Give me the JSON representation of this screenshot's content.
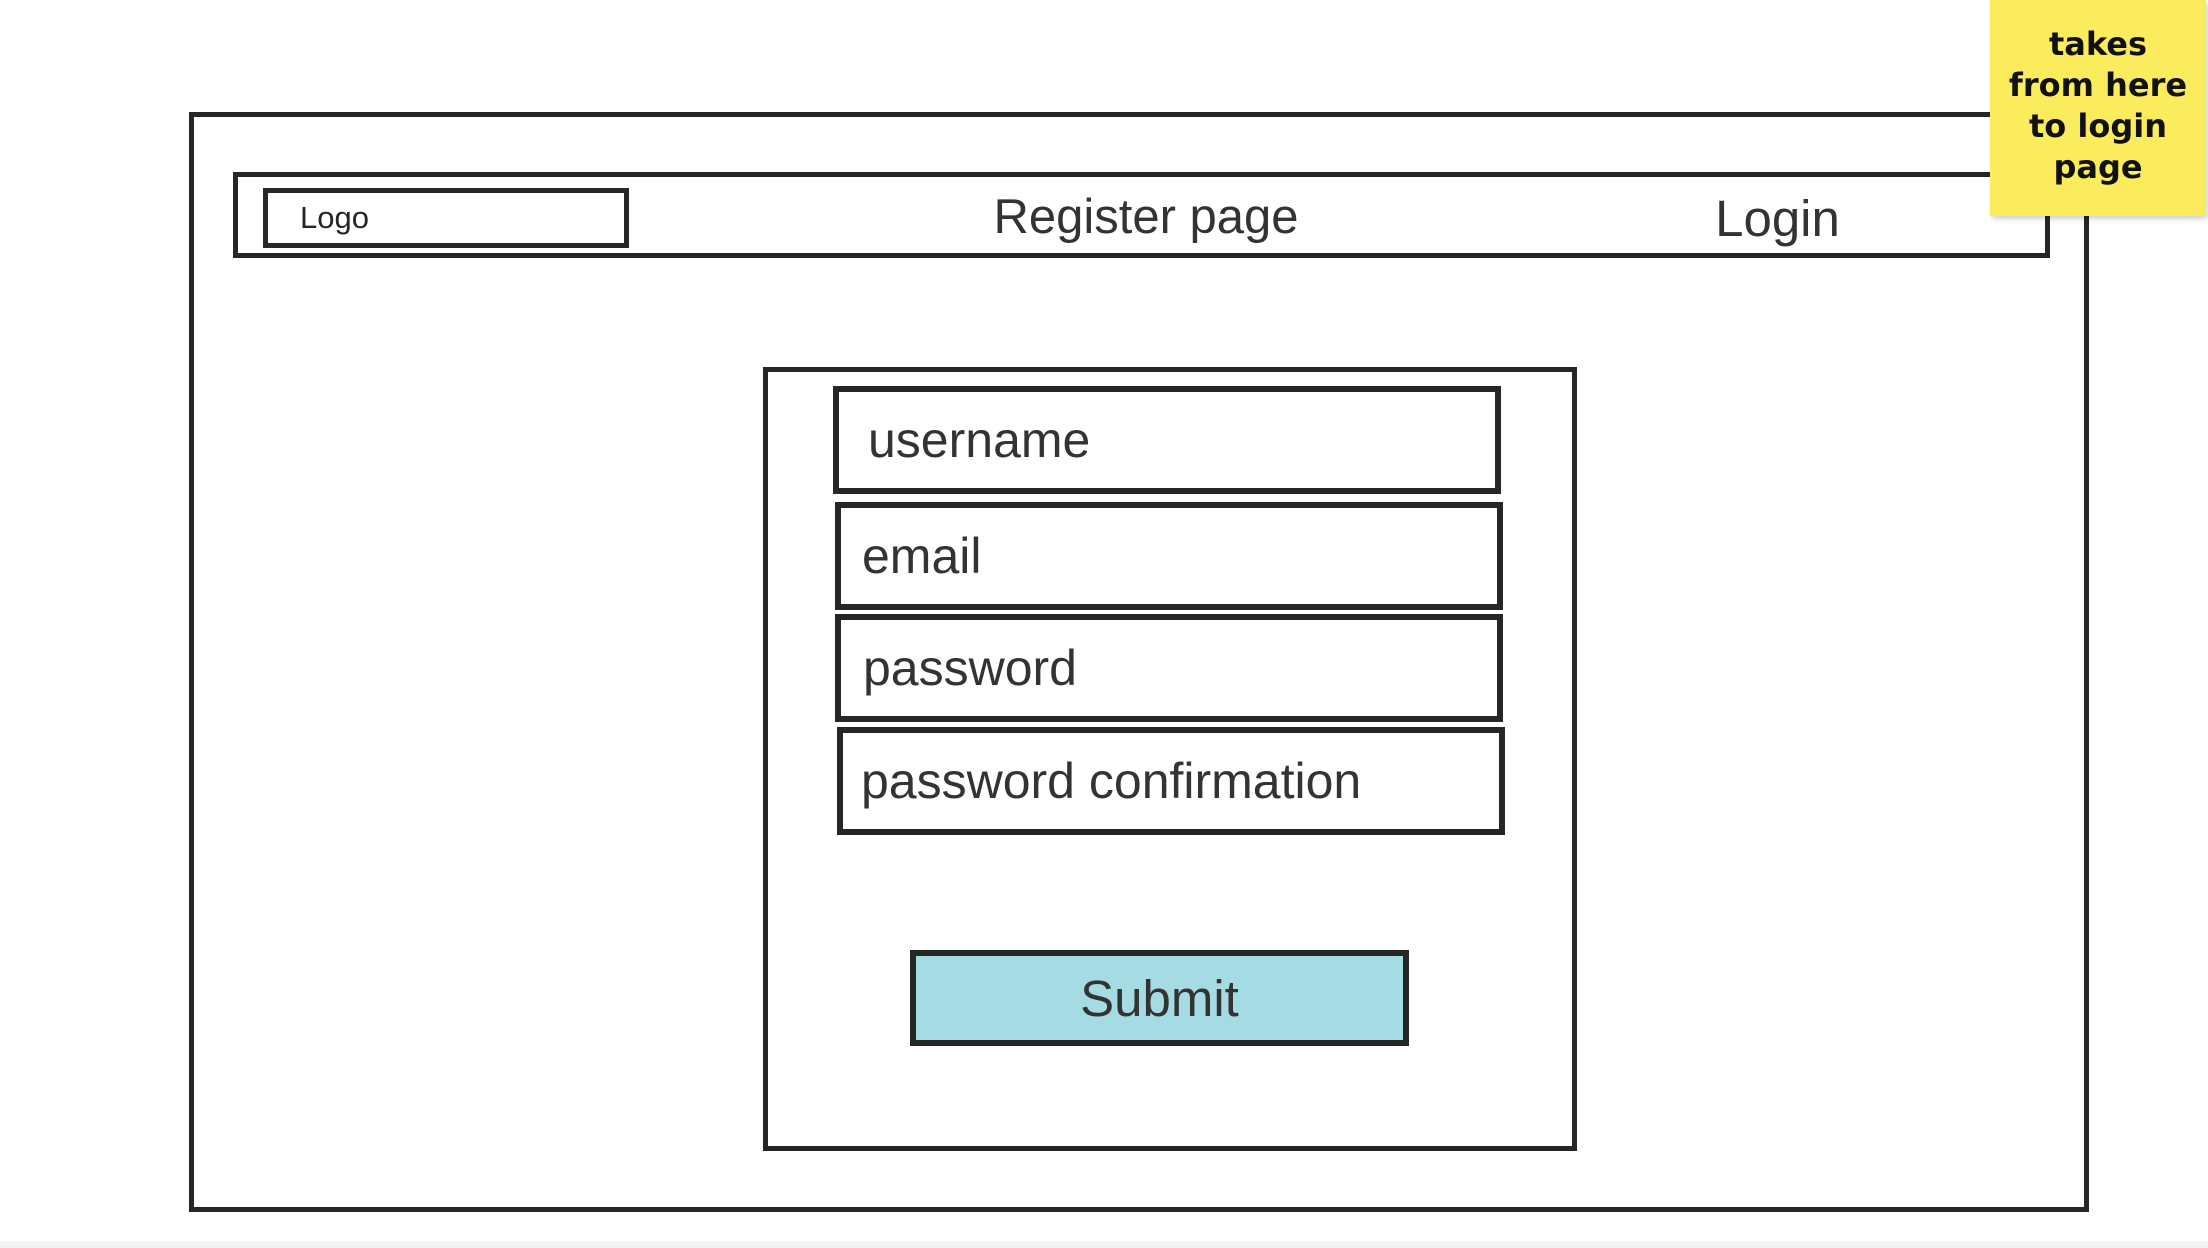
{
  "header": {
    "logo_label": "Logo",
    "title": "Register page",
    "login_label": "Login"
  },
  "form": {
    "fields": [
      {
        "placeholder": "username"
      },
      {
        "placeholder": "email"
      },
      {
        "placeholder": "password"
      },
      {
        "placeholder": "password confirmation"
      }
    ],
    "submit_label": "Submit"
  },
  "annotation": {
    "lines": [
      "takes",
      "from here",
      "to login",
      "page"
    ]
  },
  "colors": {
    "submit_fill": "#a5dce3",
    "sticky_note": "#fbec5d",
    "outline": "#262626"
  }
}
